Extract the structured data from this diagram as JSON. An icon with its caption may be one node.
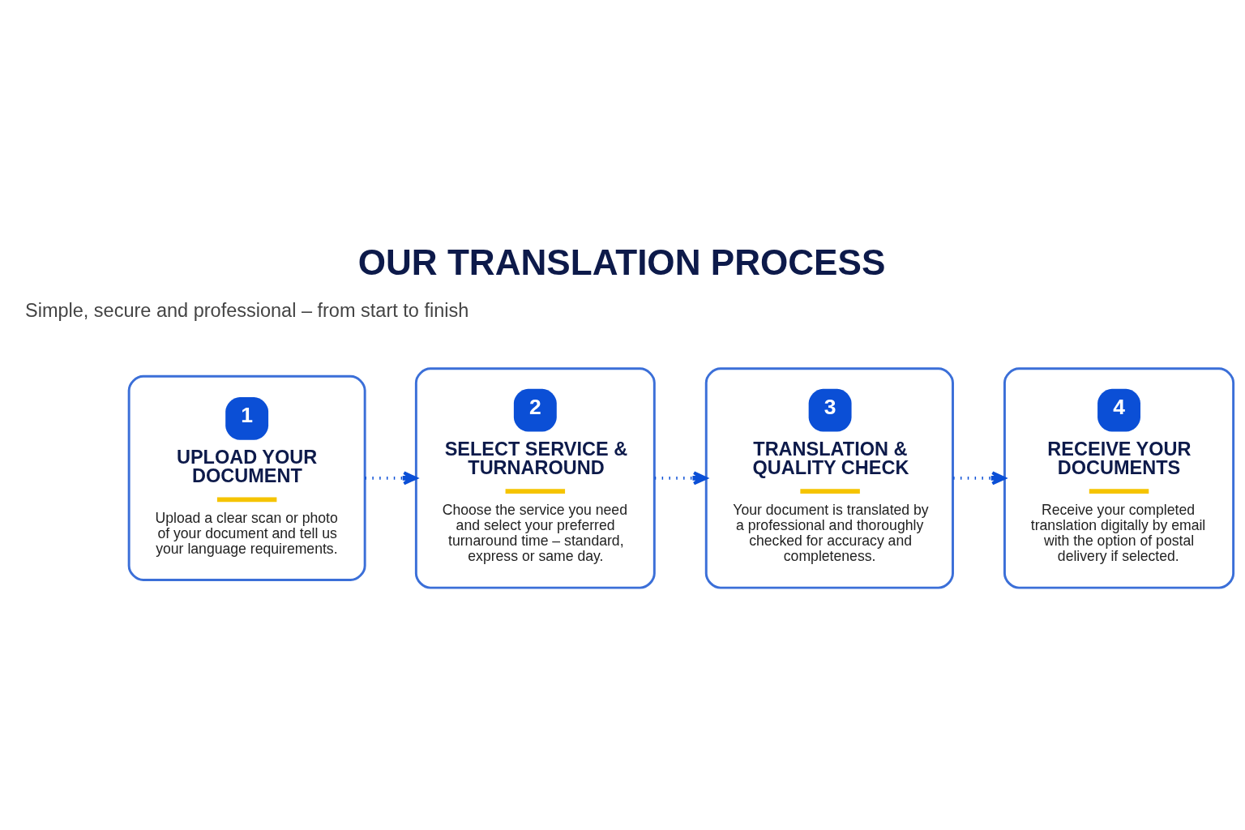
{
  "diagram": {
    "title": "OUR TRANSLATION PROCESS",
    "nodes": [
      {
        "text": [
          "1",
          "UPLOAD YOUR DOCUMENT",
          "Upload a clear scan or photo of your document and tell us your language requirements."
        ]
      },
      {
        "text": [
          "2",
          "SELECT SERVICE & TURNAROUND",
          "Choose the service you need and select your preferred turnaround time – standard, express or same day."
        ]
      },
      {
        "text": [
          "3",
          "TRANSLATION & QUALITY CHECK",
          "Your document is translated by a professional and thoroughly checked for accuracy and completeness."
        ]
      },
      {
        "text": [
          "4",
          "RECEIVE YOUR DOCUMENTS",
          "Receive your completed translation digitally by email with the option of postal delivery if selected."
        ]
      }
    ],
    "edges": [
      {
        "from": 0,
        "to": 1,
        "arrow": "to",
        "style": "dashed"
      },
      {
        "from": 1,
        "to": 2,
        "arrow": "to",
        "style": "dashed"
      },
      {
        "from": 2,
        "to": 3,
        "arrow": "to",
        "style": "dashed"
      }
    ],
    "labels": [
      "Simple, secure and professional – from start to finish"
    ]
  }
}
